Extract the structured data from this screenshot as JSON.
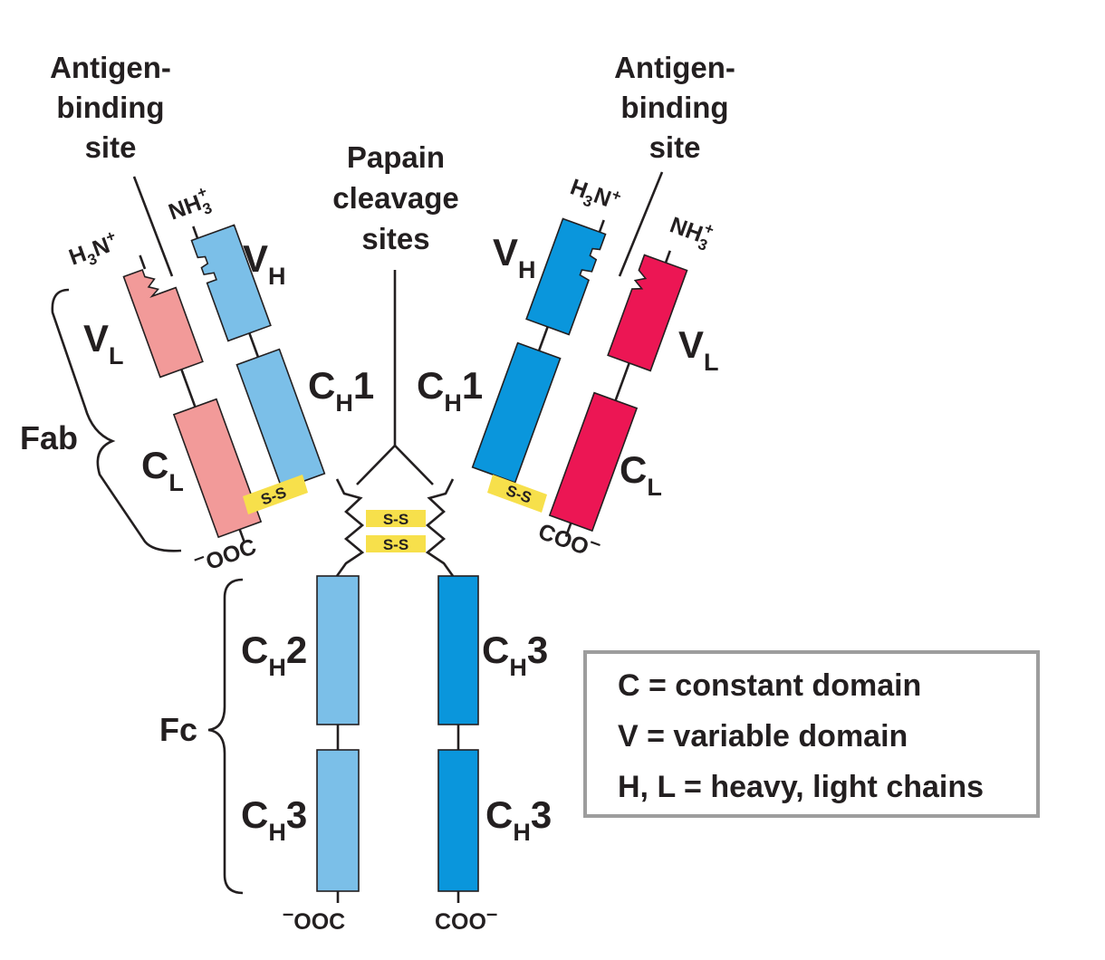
{
  "colors": {
    "light_chain_left": "#f29a99",
    "heavy_chain_left": "#7bbfe8",
    "heavy_chain_right": "#0a96dc",
    "light_chain_right": "#ec1654",
    "disulfide": "#f7e04b",
    "legend_border": "#9d9d9d"
  },
  "labels": {
    "antigen_left": [
      "Antigen-",
      "binding",
      "site"
    ],
    "antigen_right": [
      "Antigen-",
      "binding",
      "site"
    ],
    "papain": [
      "Papain",
      "cleavage",
      "sites"
    ],
    "fab": "Fab",
    "fc": "Fc"
  },
  "termini": {
    "h3n": {
      "main": "H",
      "sub": "3",
      "rest": "N",
      "sup": "+"
    },
    "nh3": {
      "main": "NH",
      "sub": "3",
      "sup": "+"
    },
    "ooc": {
      "pre": "–",
      "main": "OOC"
    },
    "coo": {
      "main": "COO",
      "post": "–"
    }
  },
  "domains": {
    "vl": {
      "main": "V",
      "sub": "L"
    },
    "vh": {
      "main": "V",
      "sub": "H"
    },
    "cl": {
      "main": "C",
      "sub": "L"
    },
    "ch1": {
      "main": "C",
      "sub": "H",
      "post": "1"
    },
    "ch2": {
      "main": "C",
      "sub": "H",
      "post": "2"
    },
    "ch3": {
      "main": "C",
      "sub": "H",
      "post": "3"
    }
  },
  "disulfide": "S-S",
  "legend": [
    "C = constant domain",
    "V = variable domain",
    "H, L = heavy, light chains"
  ]
}
